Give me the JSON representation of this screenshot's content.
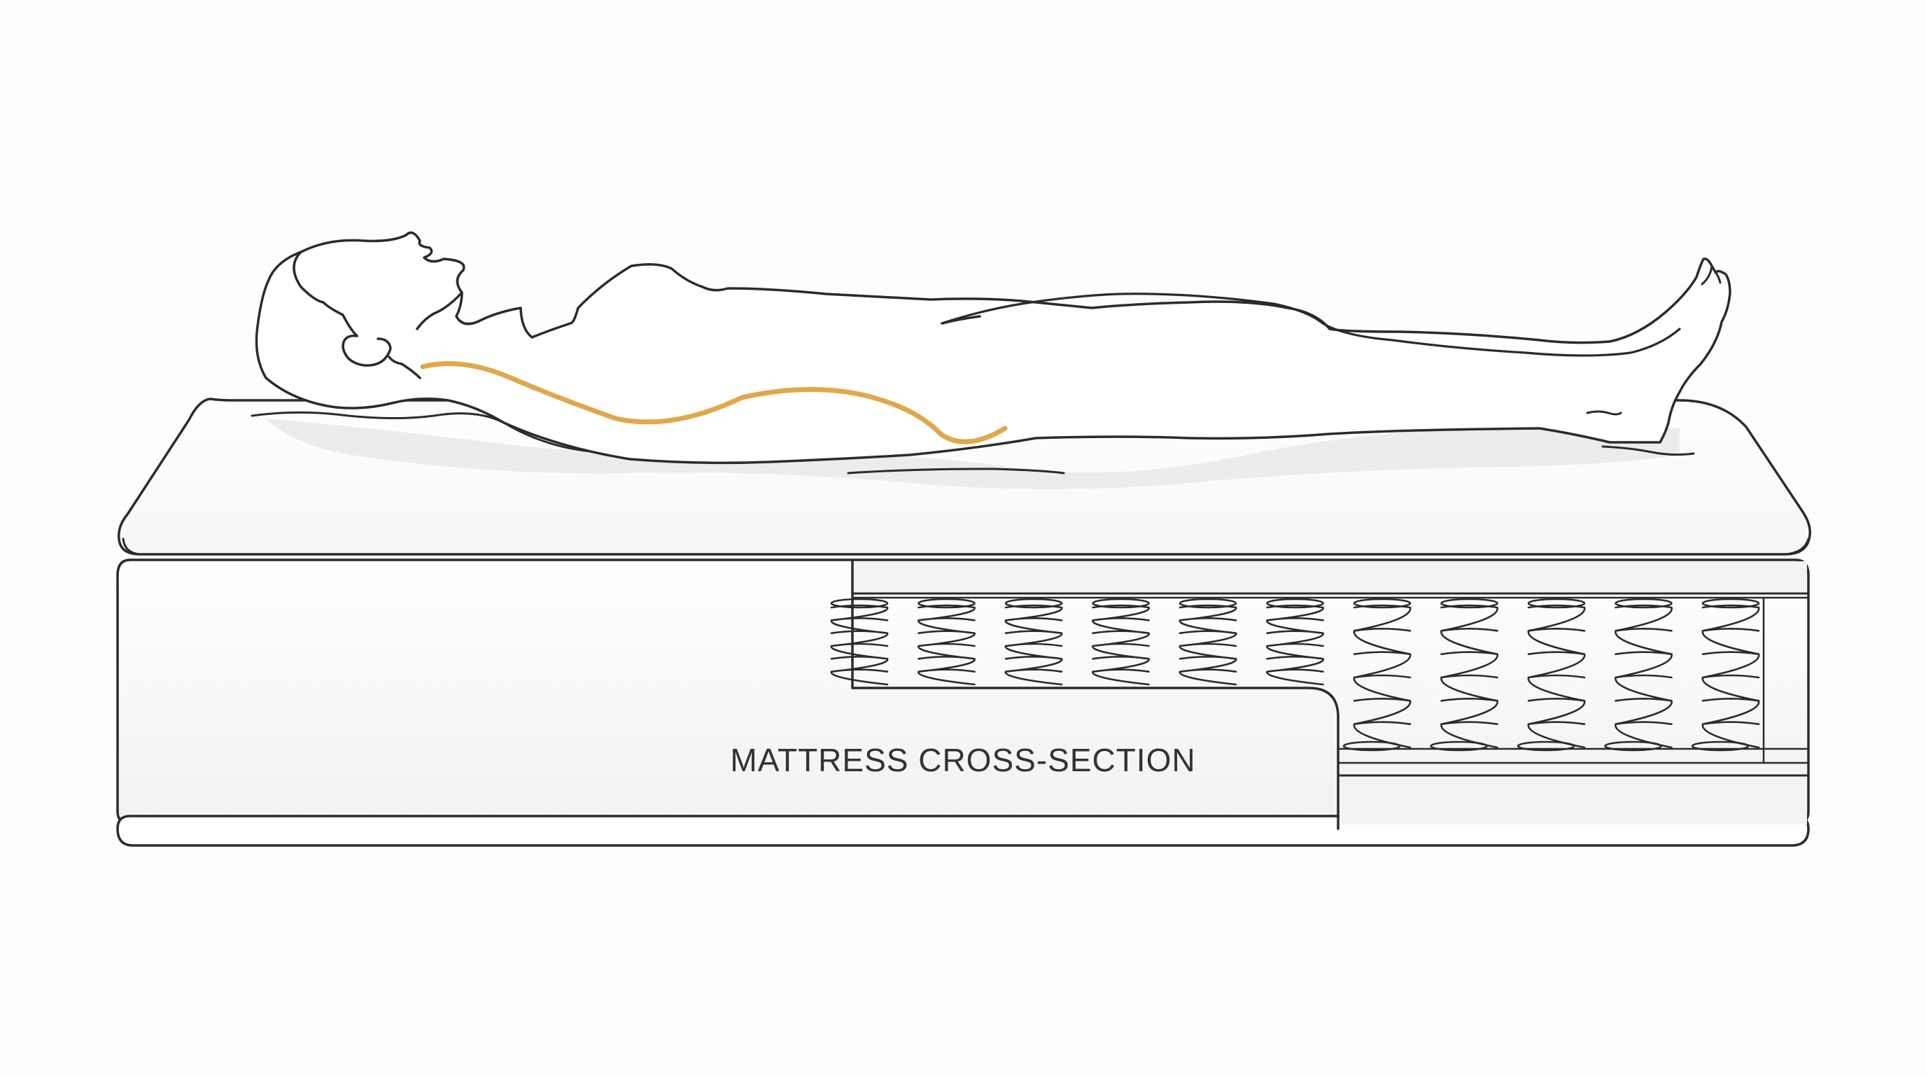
{
  "diagram": {
    "caption": "MATTRESS CROSS-SECTION",
    "colors": {
      "background": "#fdfdfd",
      "outline": "#2b2b2b",
      "spine": "#e0a84a",
      "shadow": "#ececec",
      "panel": "#f3f3f3",
      "text": "#333333"
    },
    "coil_grid": {
      "upper_columns": 11,
      "lower_columns": 5,
      "rows": 3
    }
  }
}
